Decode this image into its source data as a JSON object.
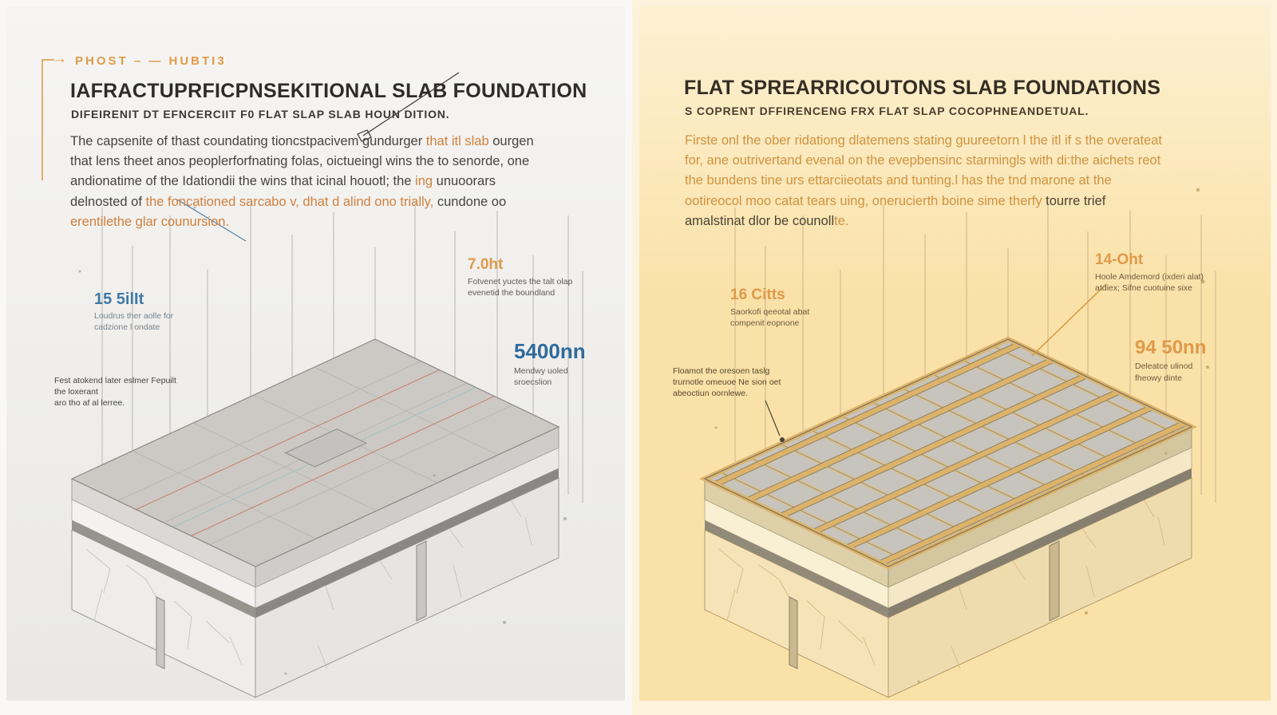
{
  "left_panel": {
    "arrow_icon": "→",
    "eyebrow": "PHOST – — HUBTI3",
    "title": "IAFRACTUPRFICPNSEKITIONAL SLAB FOUNDATION",
    "subtitle": "DIFEIRENIT DT EFNCERCIIT F0 FLAT SLAP SLAB HOUN DITION.",
    "paragraph": [
      {
        "text": "The capsenite of thast coundating tioncstpacivem gundurger ",
        "tone": "dark"
      },
      {
        "text": "that itl slab",
        "tone": "orange"
      },
      {
        "text": " ourgen that lens theet anos peoplerforfnating folas, oictueingl wins the to senorde, one andionatime of the Idationdii the wins that icinal houotl; the ",
        "tone": "dark"
      },
      {
        "text": "ing",
        "tone": "orange"
      },
      {
        "text": " unuoorars delnosted of ",
        "tone": "dark"
      },
      {
        "text": "the foncationed sarcabo v, dhat d alind ono trially,",
        "tone": "orange"
      },
      {
        "text": " cundone oo ",
        "tone": "dark"
      },
      {
        "text": "erentilethe glar counursion.",
        "tone": "orange"
      }
    ],
    "annotations": {
      "height_left": {
        "value": "15 5ilIt",
        "line1": "Loudrus ther aolle for",
        "line2": "cadzione l ondate"
      },
      "height_top": {
        "value": "7.0ht",
        "line1": "Fotvenet yuctes the talt olap",
        "line2": "evenetid the boundland"
      },
      "dimension": {
        "value": "5400nn",
        "line1": "Mendwy uoled",
        "line2": "sroecslion"
      },
      "note": {
        "line1": "Fest atokend later eslmer Fepuilt",
        "line2": "the loxerant",
        "line3": "aro tho af al lerree."
      }
    }
  },
  "right_panel": {
    "title": "FLAT SPREARRICOUTONS SLAB FOUNDATIONS",
    "subtitle": "S COPRENT DFFIRENCENG FRX FLAT SLAP COCOPHNEANDETUAL.",
    "paragraph": [
      {
        "text": "Firste onl the ober ridationg dlatemens stating guureetorn l the itl if s the overateat for, ane outrivertand evenal on the evepbensinc starmingls with di:the aichets reot the bundens tine urs ettarciieotats and tunting.l has the tnd marone at the ootireocol moo catat tears uing, onerucierth boine sime therfy ",
        "tone": "orange"
      },
      {
        "text": "tourre trief amalstinat dlor be counoll",
        "tone": "dark"
      },
      {
        "text": "te.",
        "tone": "orange"
      }
    ],
    "annotations": {
      "height_left": {
        "value": "16 Citts",
        "line1": "Saorkofi qeeotal abat",
        "line2": "compenit eopnone"
      },
      "height_top": {
        "value": "14-Oht",
        "line1": "Hoole Amdemord (ixderi alat)",
        "line2": "atdiex; Sifne cuotuine sixe"
      },
      "dimension": {
        "value": "94 50nn",
        "line1": "Deleatce ulinod",
        "line2": "fheowy dinte"
      },
      "note": {
        "line1": "Floamot the oresoen taslg",
        "line2": "trurnotle omeuoe Ne sion oet",
        "line3": "abeoctiun oornlewe."
      }
    }
  },
  "colors": {
    "accent_orange": "#df9a4a",
    "deep_orange": "#d0803e",
    "accent_blue": "#4079a6",
    "deep_blue": "#2f6b9c",
    "ink": "#2e2c29",
    "body_text": "#474440",
    "right_ink": "#332d23",
    "right_orange": "#cf9340",
    "left_bg_top": "#f6f5f3",
    "left_bg_bottom": "#e9e8e5",
    "right_bg_top": "#fdf1d3",
    "right_bg_bottom": "#fae1a8"
  }
}
